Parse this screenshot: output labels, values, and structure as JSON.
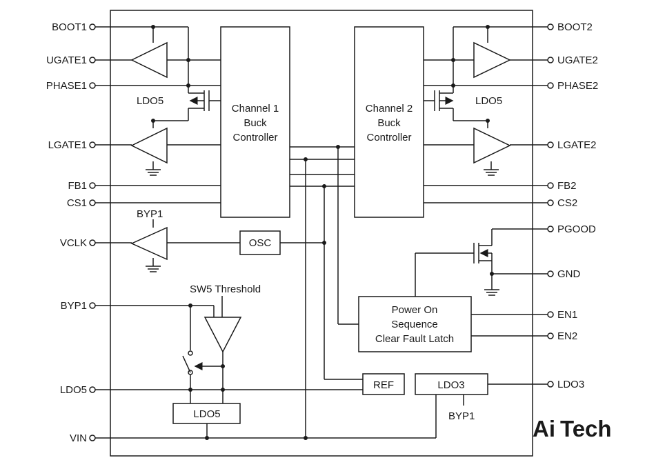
{
  "pins_left": {
    "boot1": "BOOT1",
    "ugate1": "UGATE1",
    "phase1": "PHASE1",
    "lgate1": "LGATE1",
    "fb1": "FB1",
    "cs1": "CS1",
    "vclk": "VCLK",
    "byp1": "BYP1",
    "ldo5": "LDO5",
    "vin": "VIN"
  },
  "pins_right": {
    "boot2": "BOOT2",
    "ugate2": "UGATE2",
    "phase2": "PHASE2",
    "lgate2": "LGATE2",
    "fb2": "FB2",
    "cs2": "CS2",
    "pgood": "PGOOD",
    "gnd": "GND",
    "en1": "EN1",
    "en2": "EN2",
    "ldo3": "LDO3"
  },
  "blocks": {
    "ch1": [
      "Channel 1",
      "Buck",
      "Controller"
    ],
    "ch2": [
      "Channel 2",
      "Buck",
      "Controller"
    ],
    "osc": "OSC",
    "power_on": [
      "Power On",
      "Sequence",
      "Clear Fault Latch"
    ],
    "ref": "REF",
    "ldo3": "LDO3",
    "ldo5": "LDO5"
  },
  "labels": {
    "ldo5_left": "LDO5",
    "ldo5_right": "LDO5",
    "byp1_vclk": "BYP1",
    "sw5_threshold": "SW5 Threshold",
    "byp1_ldo3": "BYP1"
  },
  "logo": {
    "ai": "Ai",
    "tech": "Tech",
    "ai_color": "#3aaa4a",
    "tech_color": "#333333"
  }
}
